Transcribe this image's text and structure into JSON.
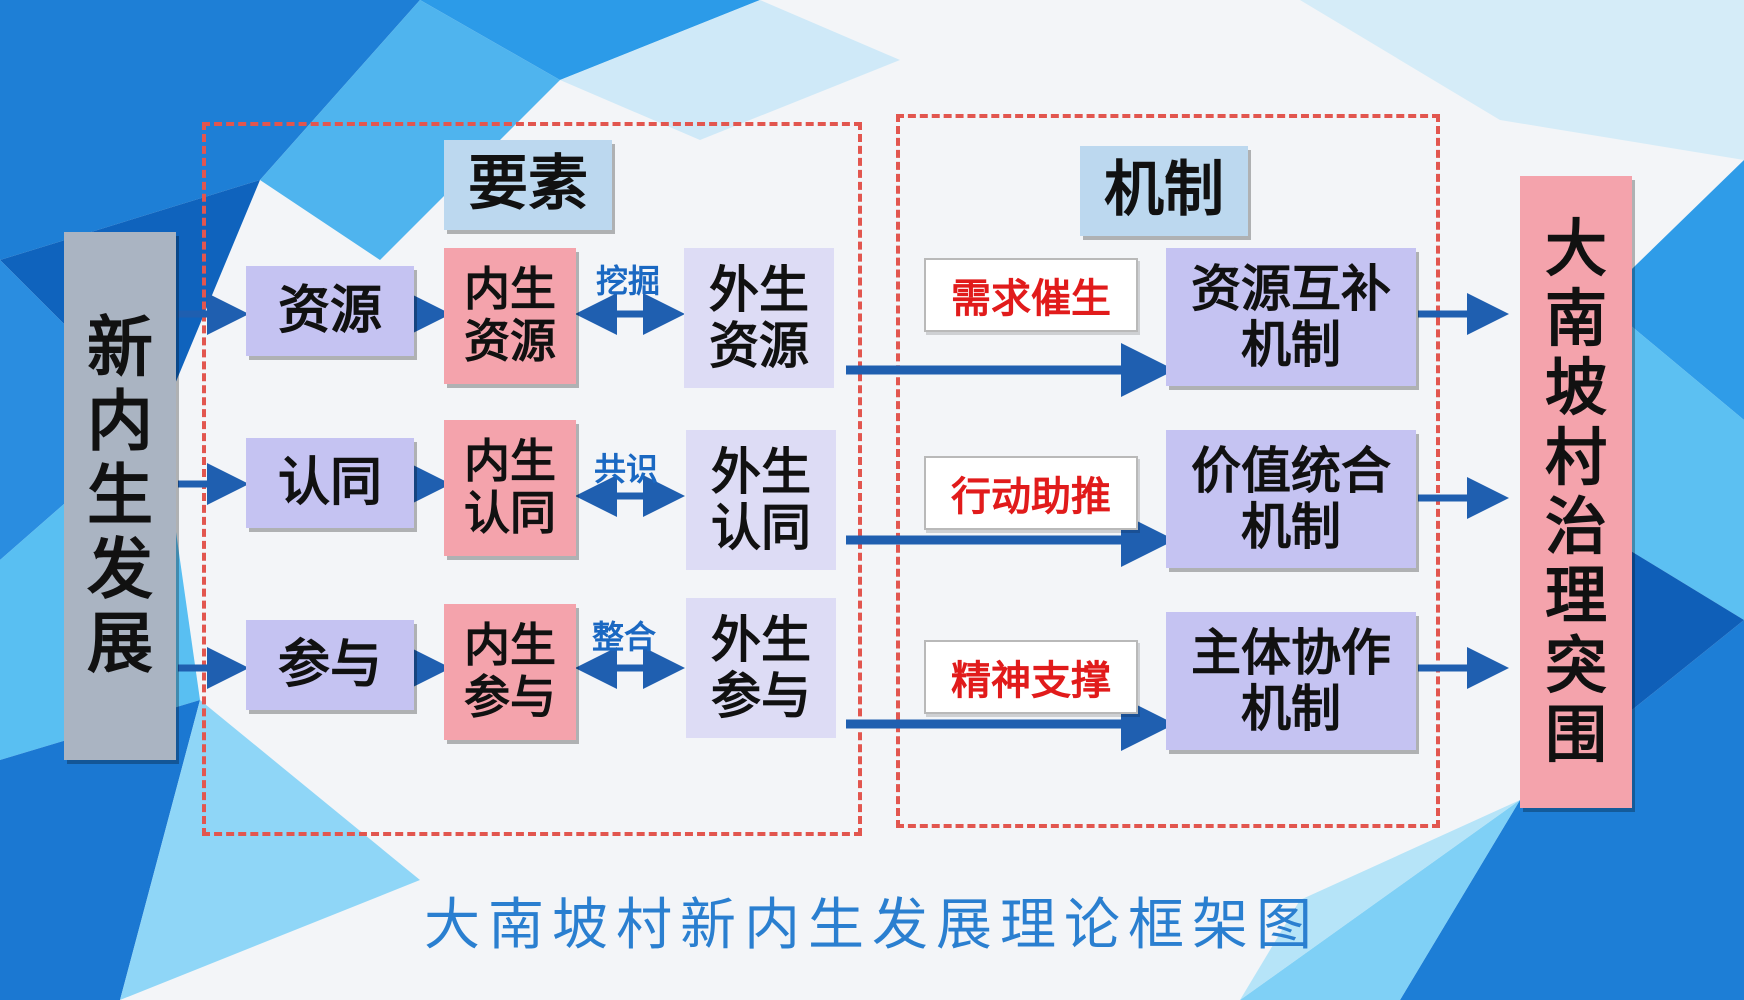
{
  "caption": "大南坡村新内生发展理论框架图",
  "left_title": [
    "新",
    "内",
    "生",
    "发",
    "展"
  ],
  "right_title": [
    "大",
    "南",
    "坡",
    "村",
    "治",
    "理",
    "突",
    "围"
  ],
  "elements_title": "要素",
  "mechanism_title": "机制",
  "rows": [
    {
      "factor": "资源",
      "internal": [
        "内生",
        "资源"
      ],
      "connector": "挖掘",
      "external": [
        "外生",
        "资源"
      ],
      "driver": "需求催生",
      "mechanism": [
        "资源互补",
        "机制"
      ]
    },
    {
      "factor": "认同",
      "internal": [
        "内生",
        "认同"
      ],
      "connector": "共识",
      "external": [
        "外生",
        "认同"
      ],
      "driver": "行动助推",
      "mechanism": [
        "价值统合",
        "机制"
      ]
    },
    {
      "factor": "参与",
      "internal": [
        "内生",
        "参与"
      ],
      "connector": "整合",
      "external": [
        "外生",
        "参与"
      ],
      "driver": "精神支撑",
      "mechanism": [
        "主体协作",
        "机制"
      ]
    }
  ],
  "colors": {
    "arrow": "#1f5fb0",
    "dash_border": "#e2564f",
    "caption": "#2a7fd0",
    "driver_text": "#e11b1b"
  }
}
